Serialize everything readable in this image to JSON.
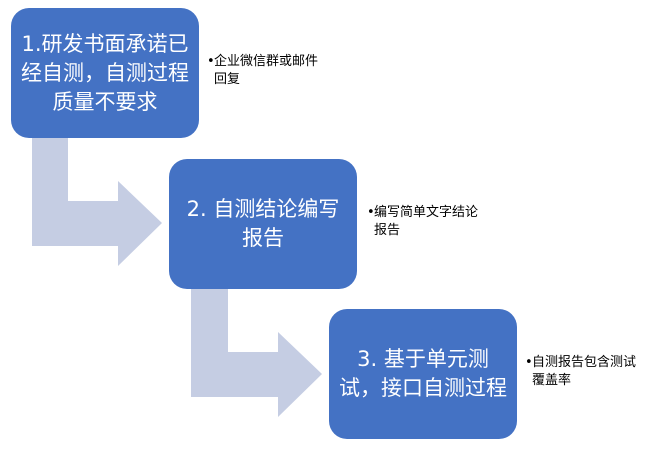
{
  "steps": [
    {
      "label": "1.研发书面承诺已经自测，自测过程质量不要求"
    },
    {
      "label": "2. 自测结论编写报告"
    },
    {
      "label": "3. 基于单元测试，接口自测过程"
    }
  ],
  "notes": [
    {
      "bullet": "•",
      "text": "企业微信群或邮件回复"
    },
    {
      "bullet": "•",
      "text": "编写简单文字结论报告"
    },
    {
      "bullet": "•",
      "text": "自测报告包含测试覆盖率"
    }
  ],
  "colors": {
    "box_fill": "#4472c4",
    "box_text": "#ffffff",
    "arrow_fill": "#c5cde3"
  }
}
